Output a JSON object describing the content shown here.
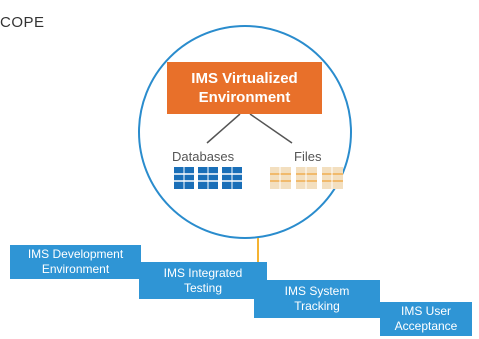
{
  "header": {
    "title": "COPE"
  },
  "core": {
    "title_line1": "IMS Virtualized",
    "title_line2": "Environment",
    "databases_label": "Databases",
    "files_label": "Files"
  },
  "stages": [
    {
      "line1": "IMS Development",
      "line2": "Environment"
    },
    {
      "line1": "IMS Integrated",
      "line2": "Testing"
    },
    {
      "line1": "IMS System",
      "line2": "Tracking"
    },
    {
      "line1": "IMS User",
      "line2": "Acceptance"
    }
  ],
  "colors": {
    "accent_orange": "#e8702a",
    "stage_blue": "#2f95d5",
    "database_blue": "#1a6fb8",
    "file_beige": "#f3dfbf",
    "file_stripe": "#f0a33a",
    "connector_gold": "#f5b331",
    "circle_stroke": "#2a8ccd"
  },
  "icons": {
    "databases": "database-icon",
    "files": "file-icon"
  }
}
